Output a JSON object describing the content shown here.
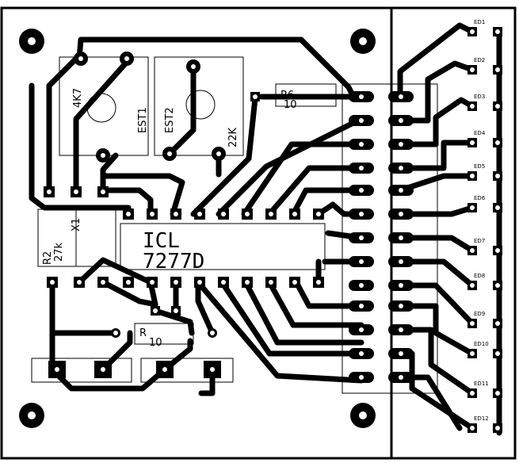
{
  "labels": {
    "est1": "EST1",
    "est2": "EST2",
    "pot_4k7": "4K7",
    "pot_22k": "22K",
    "r6": "R6",
    "r6_value": "10",
    "r2": "R2",
    "r2_value": "27k",
    "r1": "R",
    "r1_value": "10",
    "ic_name": "ICL",
    "ic_part": "7277D",
    "x1": "X1",
    "leds": [
      "ED1",
      "ED2",
      "ED3",
      "ED4",
      "ED5",
      "ED6",
      "ED7",
      "ED8",
      "ED9",
      "ED10",
      "ED11",
      "ED12"
    ]
  },
  "colors": {
    "copper": "#000000",
    "board": "#ffffff"
  }
}
